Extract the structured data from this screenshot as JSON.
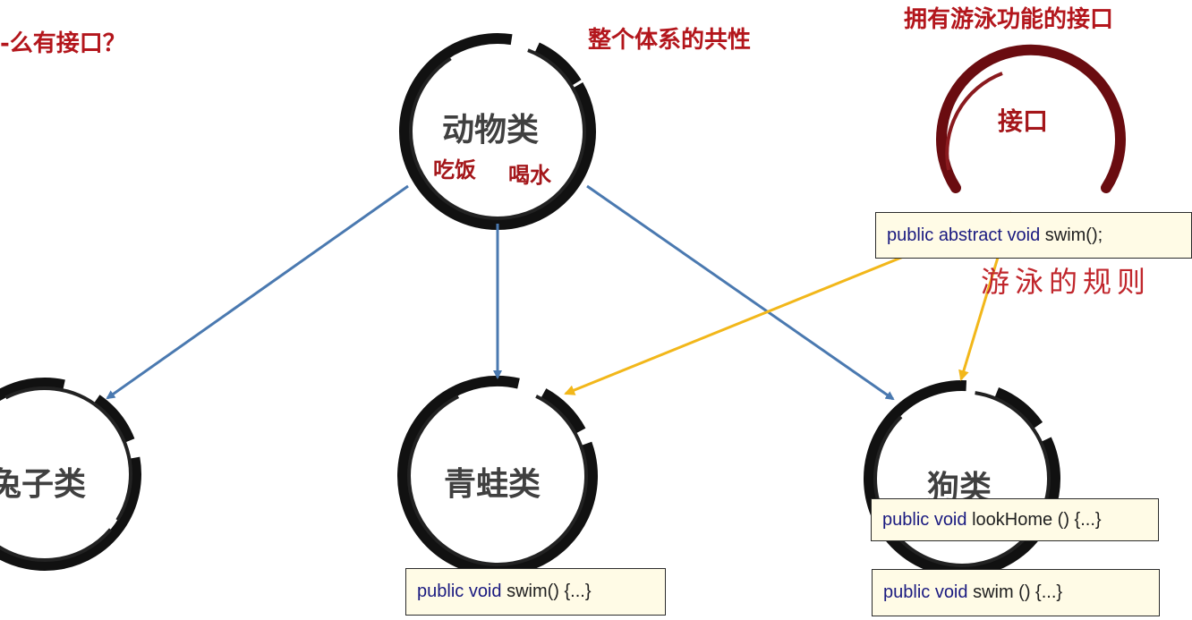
{
  "header": {
    "question": "-么有接口？",
    "commonality_title": "整个体系的共性",
    "interface_title": "拥有游泳功能的接口"
  },
  "nodes": {
    "animal": {
      "label": "动物类",
      "traits": [
        "吃饭",
        "喝水"
      ]
    },
    "interface": {
      "label": "接口"
    },
    "rabbit": {
      "label": "兔子类"
    },
    "frog": {
      "label": "青蛙类"
    },
    "dog": {
      "label": "狗类"
    }
  },
  "code": {
    "interface_method": {
      "kw": "public abstract void",
      "rest": " swim();"
    },
    "frog_method": {
      "kw": "public void",
      "rest": " swim() {...}"
    },
    "dog_method1": {
      "kw": "public void",
      "rest": " lookHome () {...}"
    },
    "dog_method2": {
      "kw": "public void",
      "rest": " swim () {...}"
    }
  },
  "annotation": "游泳的规则",
  "colors": {
    "inheritance_arrow": "#4a79b0",
    "implements_arrow": "#f2b71a",
    "accent_red": "#b3161c"
  }
}
